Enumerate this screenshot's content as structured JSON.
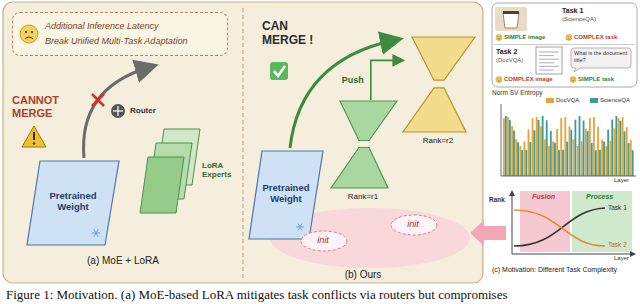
{
  "diagram": {
    "caption": "Figure 1: Motivation. (a) MoE-based LoRA mitigates task conflicts via routers but compromises",
    "nodes": [
      {
        "text": [
          "(a) MoE + LoRA"
        ]
      },
      {
        "text": [
          "Additional Inference Latency",
          "Break Unified Multi-Task Adaptation"
        ],
        "in": 0
      },
      {
        "text": [
          "Router"
        ],
        "in": 0
      },
      {
        "text": [
          "LoRA Experts"
        ],
        "in": 0
      },
      {
        "text": [
          "Pretrained Weight"
        ],
        "in": 0
      },
      {
        "text": [
          "(b) Ours"
        ]
      },
      {
        "text": [
          "Rank=r1"
        ],
        "in": 5
      },
      {
        "text": [
          "Rank=r2"
        ],
        "in": 5
      },
      {
        "text": [
          "Pretrained Weight"
        ],
        "in": 5
      },
      {
        "text": [
          "init"
        ],
        "in": 5
      },
      {
        "text": [
          "init"
        ],
        "in": 5
      },
      {
        "text": [
          "Task 1",
          "(ScienceQA)",
          "SIMPLE image",
          "COMPLEX task"
        ]
      },
      {
        "text": [
          "Task 2",
          "(DocVQA)",
          "COMPLEX image",
          "SIMPLE task"
        ]
      },
      {
        "text": [
          "What is the document title?"
        ],
        "in": 12
      }
    ],
    "edges": [
      {
        "from": 6,
        "to": 7,
        "label": "Push",
        "arrow": "to"
      }
    ],
    "labels": [
      "CANNOT MERGE",
      "CAN MERGE !",
      "Norm SV Entropy",
      "Layer",
      "Rank",
      "Fusion",
      "Process",
      "Task 1",
      "Task 2",
      "Layer",
      "(c) Motivation: Different Task Complexity"
    ],
    "legend": [
      {
        "text": "DocVQA",
        "color": "#e9a23b"
      },
      {
        "text": "ScienceQA",
        "color": "#3c9c8f"
      }
    ]
  }
}
